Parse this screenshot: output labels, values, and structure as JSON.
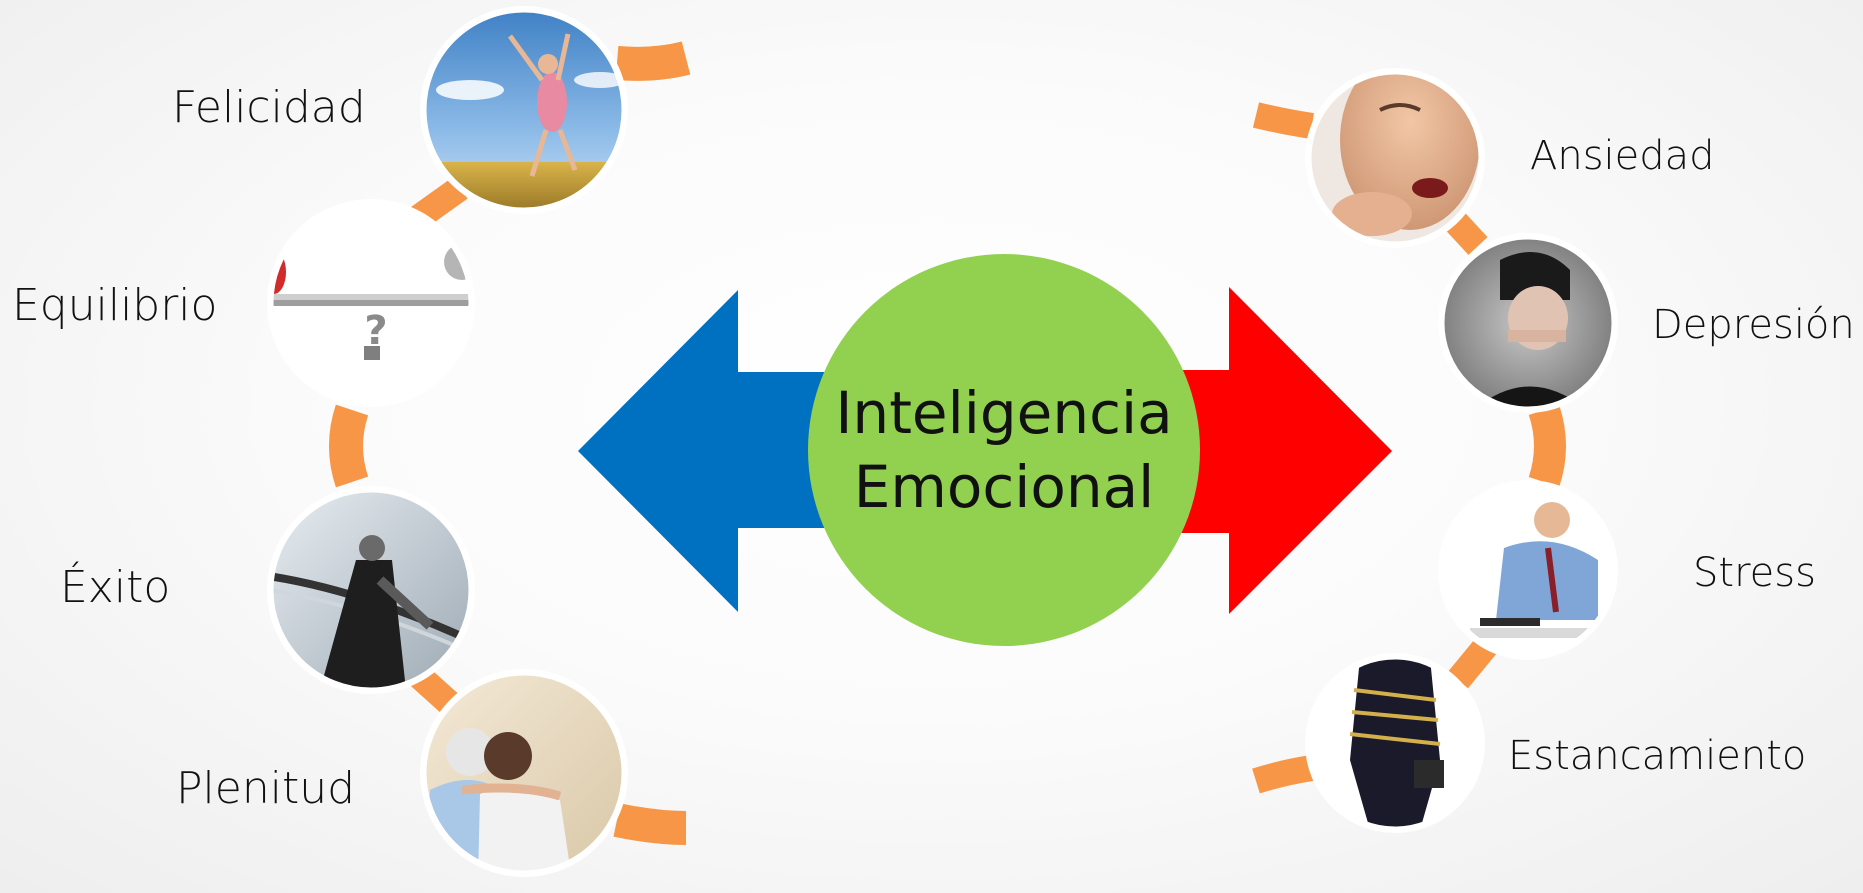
{
  "center": {
    "line1": "Inteligencia",
    "line2": "Emocional",
    "circle_color": "#92d050"
  },
  "arrows": {
    "left_color": "#0070c0",
    "right_color": "#ff0000"
  },
  "connector_color": "#f79646",
  "left_branch": {
    "felicidad": "Felicidad",
    "equilibrio": "Equilibrio",
    "exito": "Éxito",
    "plenitud": "Plenitud"
  },
  "right_branch": {
    "ansiedad": "Ansiedad",
    "depresion": "Depresión",
    "stress": "Stress",
    "estancamiento": "Estancamiento"
  },
  "images": {
    "felicidad": "woman-jumping-in-wheat-field-photo",
    "equilibrio": "balance-scale-question-mark-photo",
    "exito": "businessman-crossing-finish-line-photo",
    "plenitud": "elderly-couple-embracing-photo",
    "ansiedad": "woman-biting-nails-photo",
    "depresion": "man-covering-face-photo",
    "stress": "stressed-man-at-desk-photo",
    "estancamiento": "businessman-tied-with-rope-photo"
  }
}
